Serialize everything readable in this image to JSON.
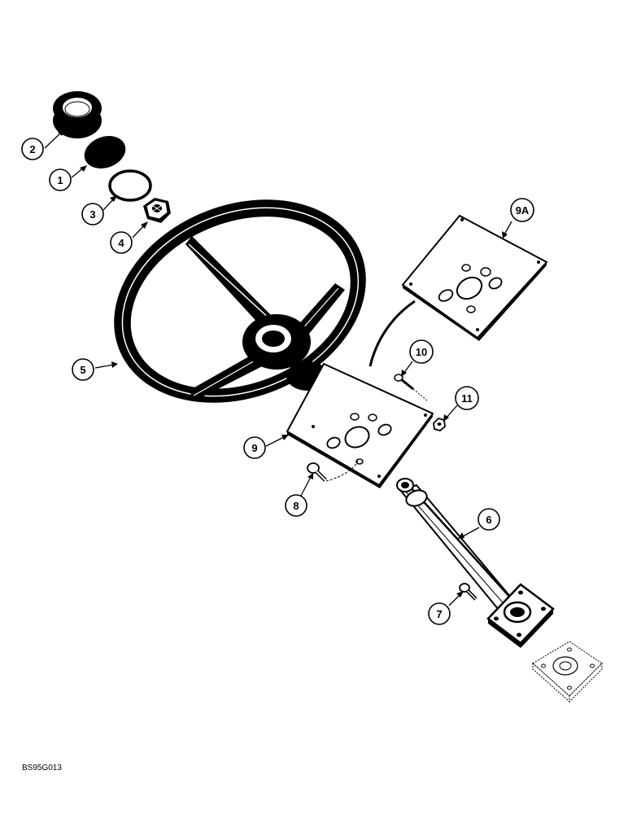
{
  "figure_code": "BS95G013",
  "callouts": [
    {
      "id": "c2",
      "label": "2",
      "part": "horn-cap"
    },
    {
      "id": "c1",
      "label": "1",
      "part": "horn-button"
    },
    {
      "id": "c3",
      "label": "3",
      "part": "o-ring"
    },
    {
      "id": "c4",
      "label": "4",
      "part": "hex-nut"
    },
    {
      "id": "c5",
      "label": "5",
      "part": "steering-wheel"
    },
    {
      "id": "c9a",
      "label": "9A",
      "part": "mounting-plate"
    },
    {
      "id": "c10",
      "label": "10",
      "part": "screw"
    },
    {
      "id": "c11",
      "label": "11",
      "part": "nut"
    },
    {
      "id": "c9",
      "label": "9",
      "part": "mounting-plate"
    },
    {
      "id": "c8",
      "label": "8",
      "part": "bolt"
    },
    {
      "id": "c6",
      "label": "6",
      "part": "steering-column"
    },
    {
      "id": "c7",
      "label": "7",
      "part": "bolt"
    }
  ],
  "colors": {
    "ink": "#000000",
    "paper": "#ffffff"
  }
}
